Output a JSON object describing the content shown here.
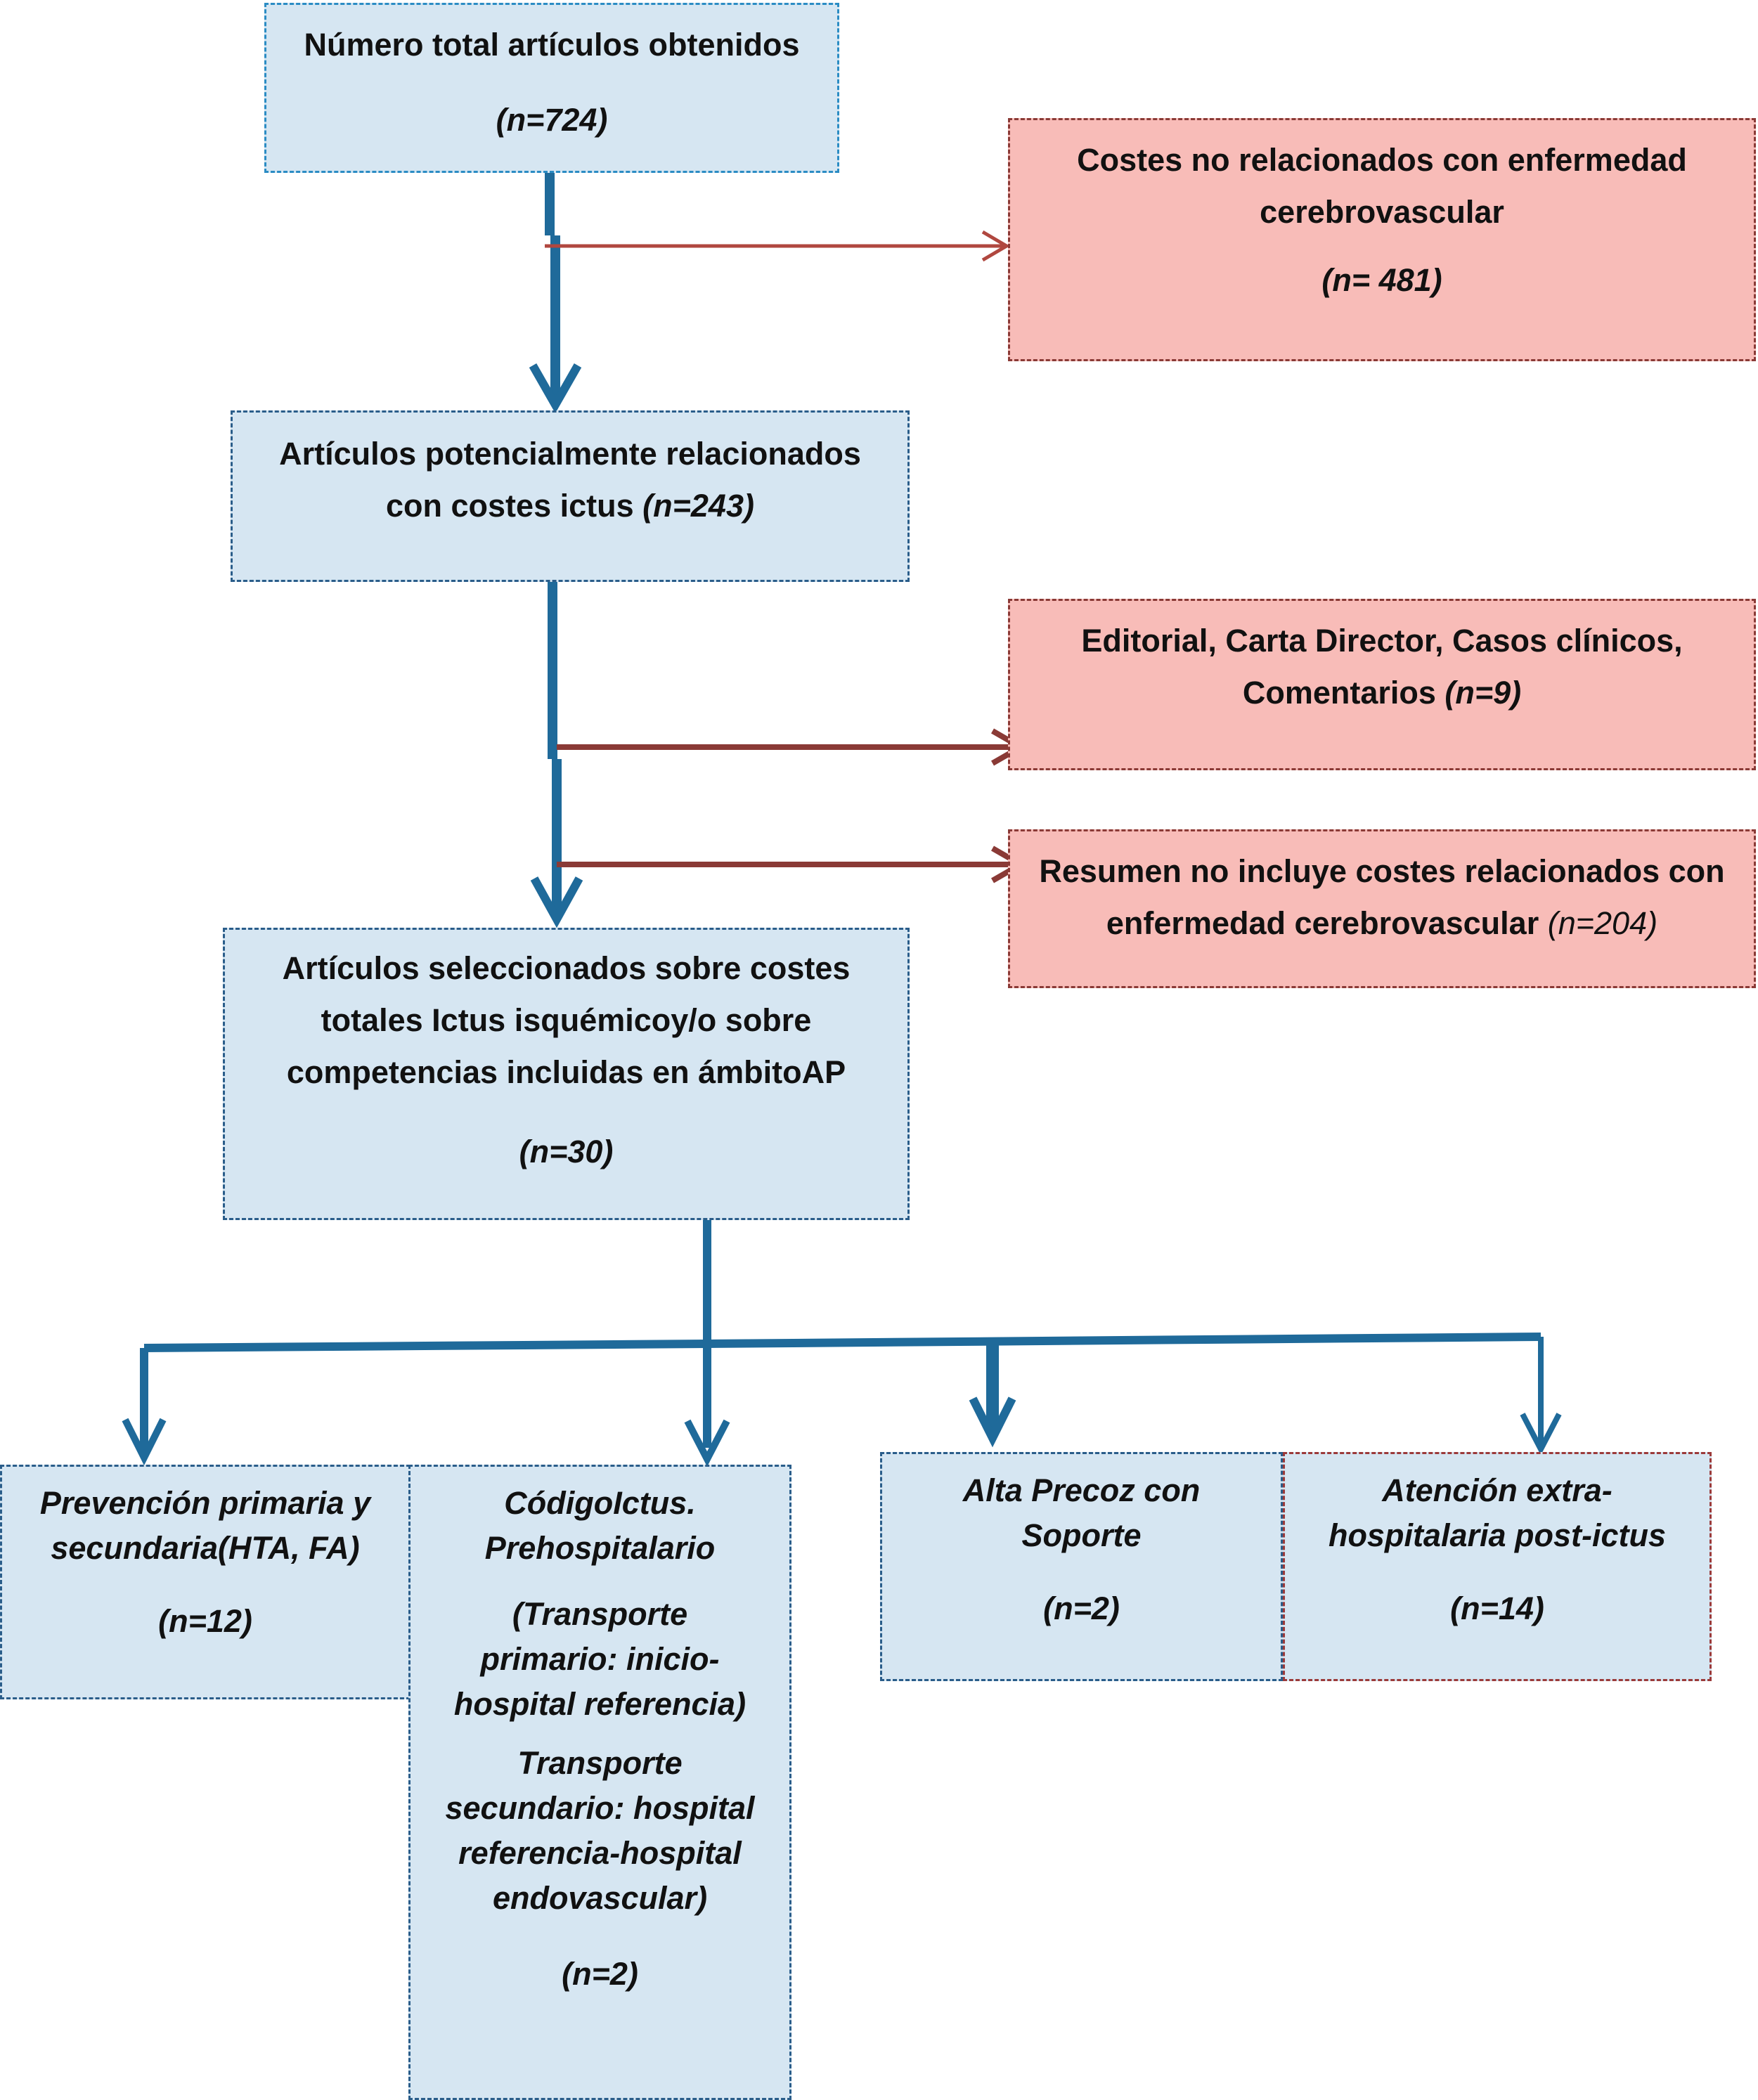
{
  "colors": {
    "blue_fill": "#d6e6f2",
    "red_fill": "#f8bcb8",
    "main_arrow": "#1f6a9a",
    "exclusion_arrow": "#8a3a36"
  },
  "boxes": {
    "total": {
      "title": "Número total artículos obtenidos",
      "n": "(n=724)"
    },
    "excluded_not_related": {
      "line1": "Costes no relacionados con enfermedad",
      "line2": "cerebrovascular",
      "n": "(n= 481)"
    },
    "potential": {
      "line1": "Artículos potencialmente relacionados",
      "line2": "con costes ictus",
      "n": "(n=243)"
    },
    "excluded_editorial": {
      "line1": "Editorial, Carta Director, Casos clínicos,",
      "line2": "Comentarios",
      "n": "(n=9)"
    },
    "excluded_summary": {
      "line1": "Resumen no incluye costes relacionados con",
      "line2": "enfermedad cerebrovascular",
      "n": "(n=204)"
    },
    "selected": {
      "line1": "Artículos seleccionados sobre costes",
      "line2": "totales Ictus isquémicoy/o sobre",
      "line3": "competencias incluidas en ámbitoAP",
      "n": "(n=30)"
    },
    "prevention": {
      "line1": "Prevención primaria y",
      "line2": "secundaria(HTA, FA)",
      "n": "(n=12)"
    },
    "codigo_ictus": {
      "line1": "CódigoIctus.",
      "line2": "Prehospitalario",
      "p1_line1": "(Transporte",
      "p1_line2": "primario: inicio-",
      "p1_line3": "hospital referencia)",
      "p2_line1": "Transporte",
      "p2_line2": "secundario: hospital",
      "p2_line3": "referencia-hospital",
      "p2_line4": "endovascular)",
      "n": "(n=2)"
    },
    "alta_precoz": {
      "line1": "Alta Precoz con",
      "line2": "Soporte",
      "n": "(n=2)"
    },
    "atencion": {
      "line1": "Atención extra-",
      "line2": "hospitalaria post-ictus",
      "n": "(n=14)"
    }
  }
}
